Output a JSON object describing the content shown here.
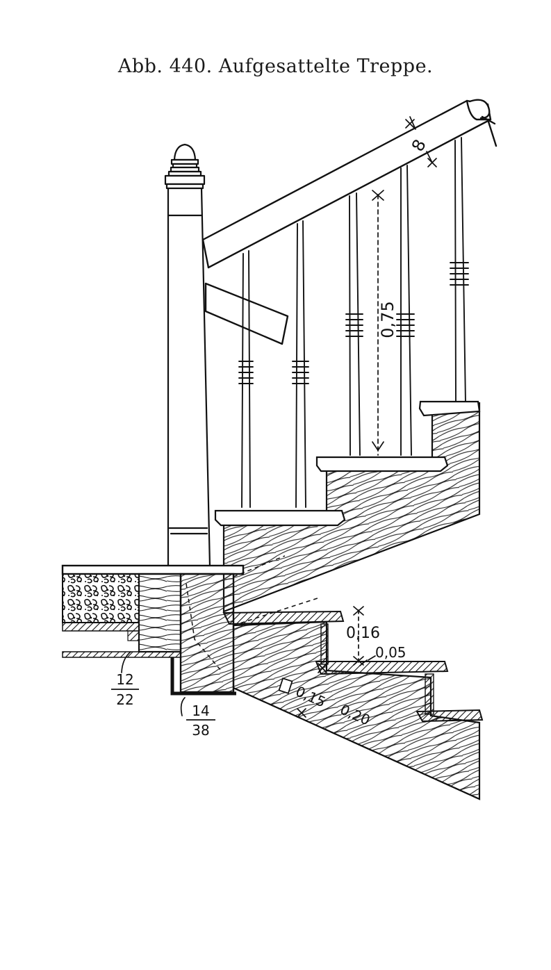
{
  "caption": "Abb. 440. Aufgesattelte Treppe.",
  "dimensions": {
    "handrail": "8",
    "baluster_height": "0,75",
    "riser_height": "0,16",
    "nosing": "0,05",
    "tread_lower": "0,15",
    "tread_upper": "0,20",
    "joist_top": "12",
    "joist_bottom": "22",
    "trimmer_top": "14",
    "trimmer_bottom": "38"
  },
  "colors": {
    "ink": "#111111",
    "paper": "#ffffff"
  }
}
